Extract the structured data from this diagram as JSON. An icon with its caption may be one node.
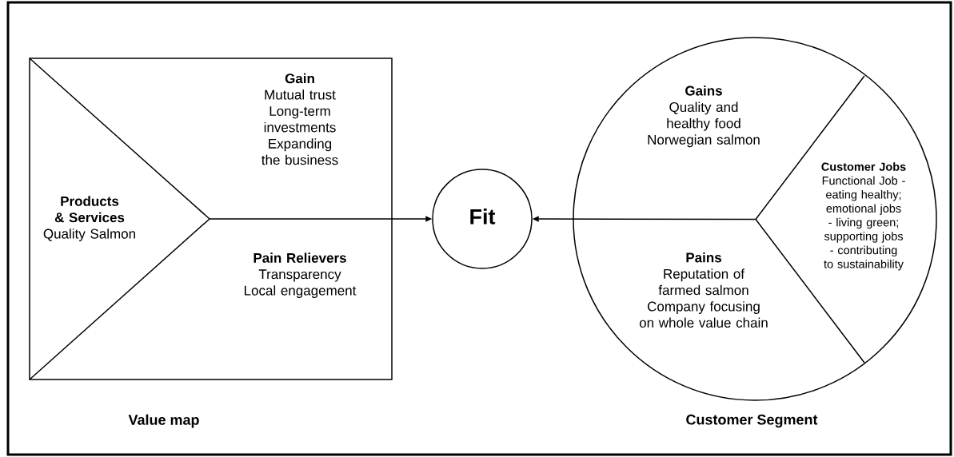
{
  "diagram": {
    "nodes": [
      {
        "text": [],
        "shape": "box",
        "beside": [
          "Value map"
        ]
      },
      {
        "text": [
          "Products & Services",
          "Quality Salmon"
        ],
        "in": 0
      },
      {
        "text": [
          "Gain",
          "Mutual trust",
          "Long-term investments",
          "Expanding the business"
        ],
        "in": 0
      },
      {
        "text": [
          "Pain Relievers",
          "Transparency",
          "Local engagement"
        ],
        "in": 0
      },
      {
        "text": [
          "Fit"
        ]
      },
      {
        "text": [],
        "shape": "circle",
        "beside": [
          "Customer Segment"
        ]
      },
      {
        "text": [
          "Gains",
          "Quality and healthy food",
          "Norwegian salmon"
        ],
        "in": 5
      },
      {
        "text": [
          "Pains",
          "Reputation of farmed salmon",
          "Company focusing on whole value chain"
        ],
        "in": 5
      },
      {
        "text": [
          "Customer Jobs",
          "Functional Job - eating healthy; emotional jobs - living green; supporting jobs - contributing to sustainability"
        ],
        "in": 5
      }
    ],
    "edges": [
      {
        "from": 1,
        "to": 4,
        "arrow": "to"
      },
      {
        "from": 8,
        "to": 4,
        "arrow": "to"
      }
    ]
  }
}
